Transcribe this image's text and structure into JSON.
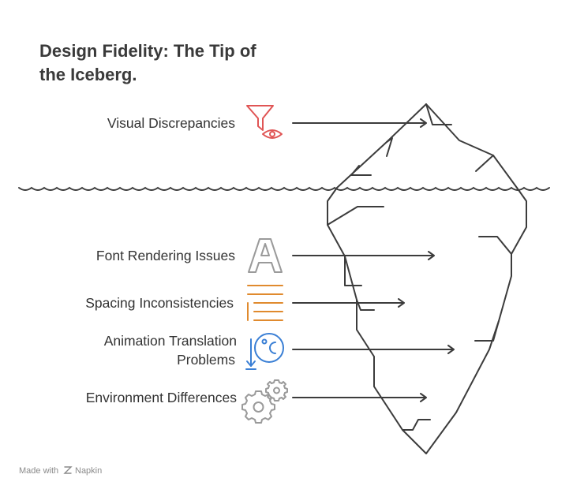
{
  "title": {
    "line1": "Design Fidelity: The Tip of",
    "line2": "the Iceberg."
  },
  "items": [
    {
      "label": "Visual Discrepancies",
      "icon": "filter-eye-icon",
      "color": "#e05555"
    },
    {
      "label": "Font Rendering Issues",
      "icon": "letter-a-icon",
      "color": "#9a9a9a"
    },
    {
      "label": "Spacing Inconsistencies",
      "icon": "text-align-icon",
      "color": "#e08a2e"
    },
    {
      "label_line1": "Animation Translation",
      "label_line2": "Problems",
      "icon": "animation-moon-icon",
      "color": "#3a7fd5"
    },
    {
      "label": "Environment Differences",
      "icon": "gears-icon",
      "color": "#9a9a9a"
    }
  ],
  "footer": {
    "made_with": "Made with",
    "brand": "Napkin"
  }
}
